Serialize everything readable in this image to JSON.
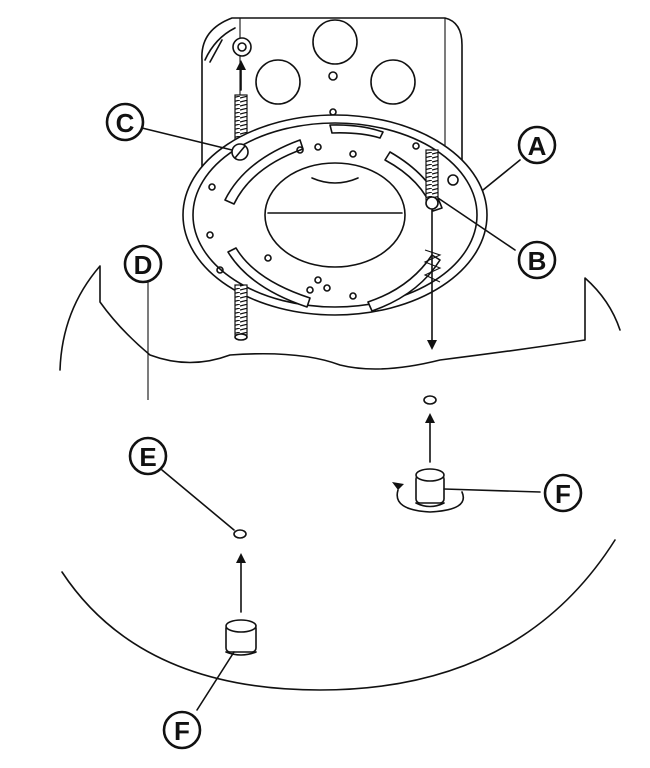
{
  "callouts": {
    "A": "A",
    "B": "B",
    "C": "C",
    "D": "D",
    "E": "E",
    "F_upper": "F",
    "F_lower": "F"
  },
  "colors": {
    "ink": "#111111",
    "background": "#ffffff"
  }
}
